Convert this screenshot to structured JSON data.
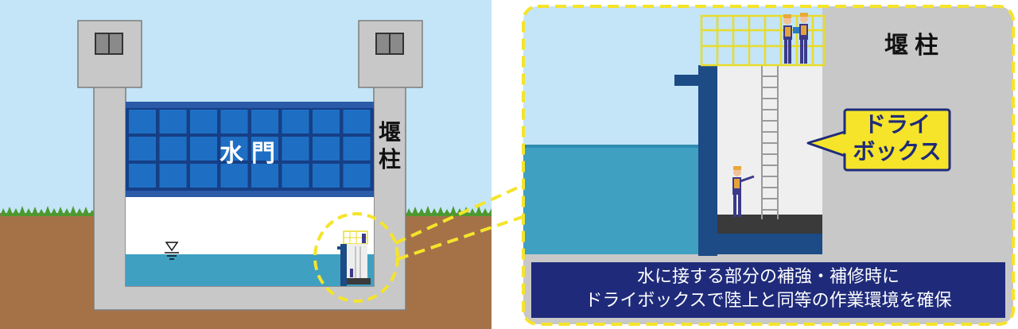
{
  "left_panel": {
    "gate_label": "水門",
    "pillar_label_chars": [
      "堰",
      "柱"
    ]
  },
  "right_panel": {
    "pillar_label": "堰柱",
    "callout_lines": [
      "ドライ",
      "ボックス"
    ],
    "caption_lines": [
      "水に接する部分の補強・補修時に",
      "ドライボックスで陸上と同等の作業環境を確保"
    ]
  },
  "colors": {
    "sky": "#c3e5f7",
    "concrete": "#c8c8c8",
    "gate_blue": "#1e6fc4",
    "gate_frame": "#163f86",
    "water": "#3fa0c2",
    "soil": "#a57248",
    "grass": "#4a9a2f",
    "navy": "#1f2b7a",
    "highlight_yellow": "#f5e42a"
  }
}
